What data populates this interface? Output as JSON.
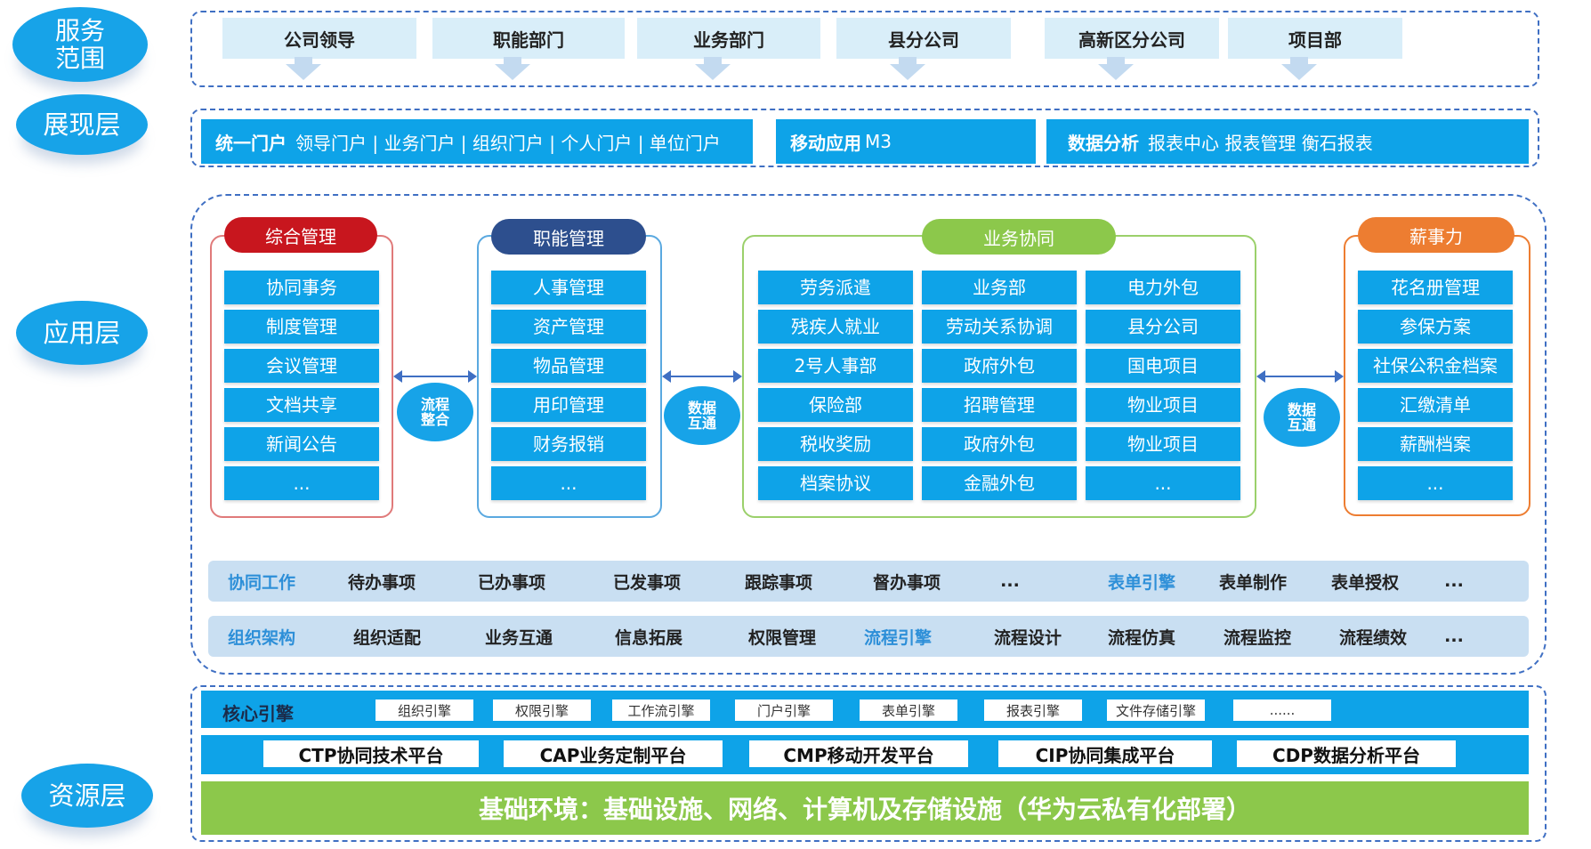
{
  "layers": {
    "service": "服务范围",
    "presentation": "展现层",
    "application": "应用层",
    "resource": "资源层"
  },
  "service_scope": [
    "公司领导",
    "职能部门",
    "业务部门",
    "县分公司",
    "高新区分公司",
    "项目部"
  ],
  "presentation": {
    "portal_title": "统一门户",
    "portal_items": "领导门户 |  业务门户 |  组织门户 |  个人门户 | 单位门户",
    "mobile_title": "移动应用",
    "mobile_items": "M3",
    "analytics_title": "数据分析",
    "analytics_items": "报表中心 报表管理 衡石报表"
  },
  "apps": {
    "general": {
      "title": "综合管理",
      "items": [
        "协同事务",
        "制度管理",
        "会议管理",
        "文档共享",
        "新闻公告",
        "..."
      ]
    },
    "functional": {
      "title": "职能管理",
      "items": [
        "人事管理",
        "资产管理",
        "物品管理",
        "用印管理",
        "财务报销",
        "..."
      ]
    },
    "business": {
      "title": "业务协同",
      "col1": [
        "劳务派遣",
        "残疾人就业",
        "2号人事部",
        "保险部",
        "税收奖励",
        "档案协议"
      ],
      "col2": [
        "业务部",
        "劳动关系协调",
        "政府外包",
        "招聘管理",
        "政府外包",
        "金融外包"
      ],
      "col3": [
        "电力外包",
        "县分公司",
        "国电项目",
        "物业项目",
        "物业项目",
        "..."
      ]
    },
    "xinshili": {
      "title": "薪事力",
      "items": [
        "花名册管理",
        "参保方案",
        "社保公积金档案",
        "汇缴清单",
        "薪酬档案",
        "..."
      ]
    }
  },
  "connectors": {
    "flow": "流程整合",
    "data1": "数据互通",
    "data2": "数据互通"
  },
  "feature_rows": {
    "row1": [
      {
        "text": "协同工作",
        "hl": true
      },
      {
        "text": "待办事项"
      },
      {
        "text": "已办事项"
      },
      {
        "text": "已发事项"
      },
      {
        "text": "跟踪事项"
      },
      {
        "text": "督办事项"
      },
      {
        "text": "..."
      },
      {
        "text": "表单引擎",
        "hl": true
      },
      {
        "text": "表单制作"
      },
      {
        "text": "表单授权"
      },
      {
        "text": "..."
      }
    ],
    "row2": [
      {
        "text": "组织架构",
        "hl": true
      },
      {
        "text": "组织适配"
      },
      {
        "text": "业务互通"
      },
      {
        "text": "信息拓展"
      },
      {
        "text": "权限管理"
      },
      {
        "text": "流程引擎",
        "hl": true
      },
      {
        "text": "流程设计"
      },
      {
        "text": "流程仿真"
      },
      {
        "text": "流程监控"
      },
      {
        "text": "流程绩效"
      },
      {
        "text": "..."
      }
    ]
  },
  "resource": {
    "core_engine_label": "核心引擎",
    "engines": [
      "组织引擎",
      "权限引擎",
      "工作流引擎",
      "门户引擎",
      "表单引擎",
      "报表引擎",
      "文件存储引擎",
      "......"
    ],
    "platforms": [
      "CTP协同技术平台",
      "CAP业务定制平台",
      "CMP移动开发平台",
      "CIP协同集成平台",
      "CDP数据分析平台"
    ],
    "base": "基础环境：基础设施、网络、计算机及存储设施（华为云私有化部署）"
  },
  "colors": {
    "blue": "#0ea3e8",
    "general_red": "#c8161e",
    "functional_navy": "#2d4f8e",
    "business_green": "#8cc84b",
    "xinshili_orange": "#ed7d31",
    "border_blue": "#3f6fc3"
  }
}
